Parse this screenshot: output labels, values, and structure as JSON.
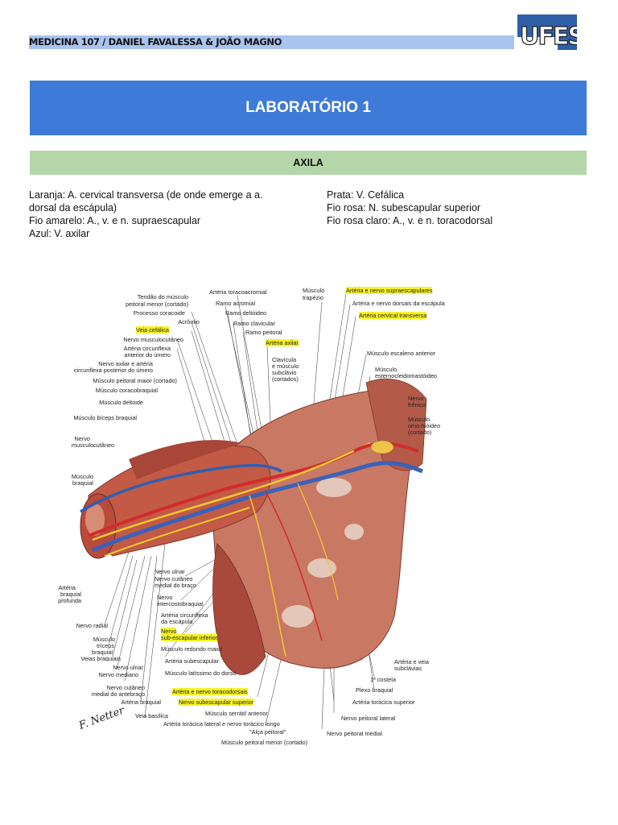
{
  "header": {
    "title": "MEDICINA 107 / DANIEL FAVALESSA & JOÃO MAGNO",
    "logo_text": "UFES"
  },
  "lab_title": "LABORATÓRIO 1",
  "section_title": "AXILA",
  "legend_left": [
    "Laranja: A. cervical transversa (de onde emerge a a.",
    "dorsal da escápula)",
    "Fio amarelo: A., v. e n. supraescapular",
    "Azul: V. axilar"
  ],
  "legend_right": [
    "Prata: V. Cefálica",
    "Fio rosa: N. subescapular superior",
    "Fio rosa claro: A., v. e n. toracodorsal"
  ],
  "colors": {
    "header_bar": "#a9c4ef",
    "lab_box": "#3e7bd8",
    "section_box": "#b5d6a8",
    "highlight": "#f7f325",
    "logo_blue": "#2f5fa8"
  },
  "figure_labels": {
    "top": [
      "Artéria toracoacromial",
      "Ramo acromial",
      "Ramo deltóideo",
      "Ramo clavicular",
      "Ramo peitoral",
      "Artéria axilar",
      "Clavícula",
      "e músculo",
      "subclávio",
      "(cortados)",
      "Músculo",
      "trapézio"
    ],
    "left": [
      "Tendão do músculo",
      "peitoral menor (cortado)",
      "Processo coracoide",
      "Acrômio",
      "Veia cefálica",
      "Nervo musculocutâneo",
      "Artéria circunflexa",
      "anterior do úmero",
      "Nervo axilar e artéria",
      "circunflexa posterior do úmero",
      "Músculo peitoral maior (cortado)",
      "Músculo coracobraquial",
      "Músculo deltoide",
      "Músculo bíceps braquial",
      "Nervo",
      "musculocutâneo",
      "Músculo",
      "braquial",
      "Artéria",
      "braquial",
      "profunda",
      "Nervo radial",
      "Músculo",
      "tríceps",
      "braquial",
      "Veias braquiais",
      "Nervo ulnar",
      "Nervo mediano",
      "Nervo cutâneo",
      "medial do antebraço",
      "Artéria braquial",
      "Veia basílica"
    ],
    "right": [
      "Artéria e nervo supraescapulares",
      "Artéria e nervo dorsais da escápula",
      "Artéria cervical transversa",
      "Músculo escaleno anterior",
      "Músculo",
      "esternocleidomastóideo",
      "Nervo",
      "frênico",
      "Músculo",
      "omo-hióideo",
      "(cortado)",
      "Artéria e veia",
      "subclávias",
      "1ª costela",
      "Plexo braquial",
      "Artéria torácica superior",
      "Nervo peitoral lateral",
      "Nervo peitoral medial"
    ],
    "middle": [
      "Nervo ulnar",
      "Nervo cutâneo",
      "medial do braço",
      "Nervo",
      "intercostobraquial",
      "Artéria circunflexa",
      "da escápula",
      "Nervo",
      "sub-escapular inferior",
      "Músculo redondo maior",
      "Artéria subescapular",
      "Músculo latíssimo do dorso",
      "Artéria e nervo toracodorsais",
      "Nervo subescapular superior",
      "Músculo serrátil anterior",
      "Artéria torácica lateral e nervo torácico longo",
      "\"Alça peitoral\"",
      "Músculo peitoral menor (cortado)"
    ]
  }
}
